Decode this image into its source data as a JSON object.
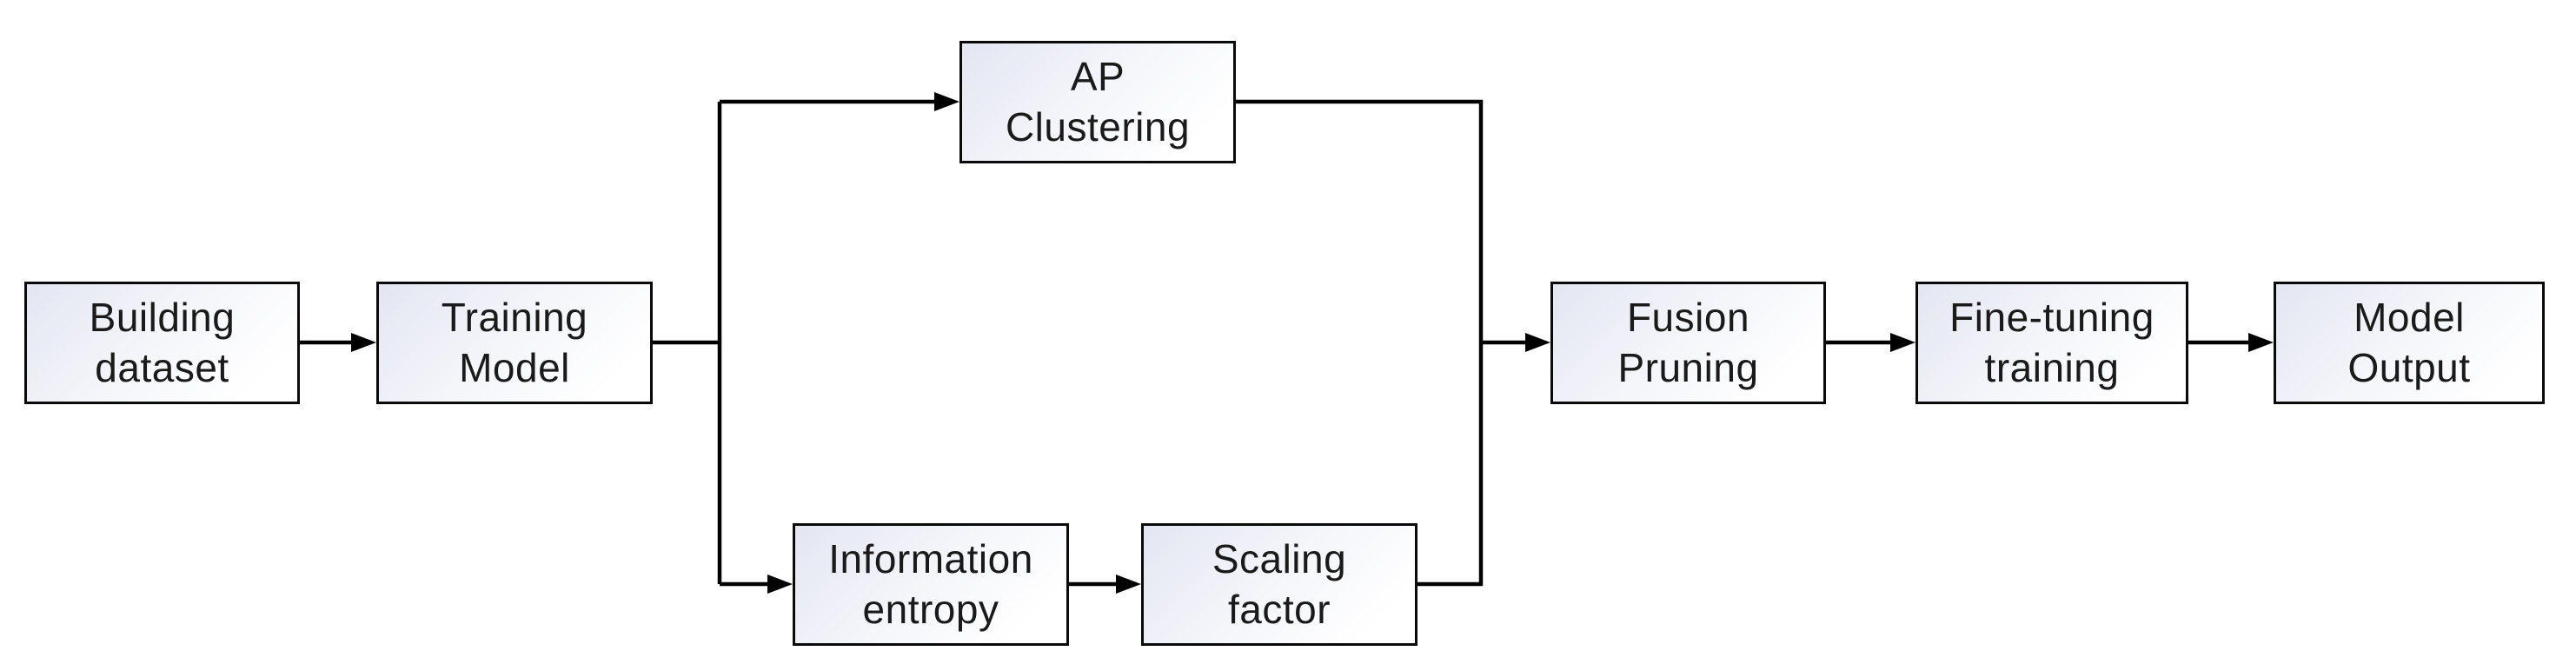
{
  "diagram": {
    "type": "flowchart",
    "colors": {
      "background": "#ffffff",
      "line": "#000000",
      "box_border": "#0a0a0a",
      "box_fill_start": "#e3e6f2",
      "box_fill_mid": "#f4f5fa",
      "box_fill_end": "#ffffff",
      "text": "#1a1a1a"
    },
    "nodes": [
      {
        "id": "building-dataset",
        "label": "Building\ndataset"
      },
      {
        "id": "training-model",
        "label": "Training\nModel"
      },
      {
        "id": "ap-clustering",
        "label": "AP\nClustering"
      },
      {
        "id": "information-entropy",
        "label": "Information\nentropy"
      },
      {
        "id": "scaling-factor",
        "label": "Scaling\nfactor"
      },
      {
        "id": "fusion-pruning",
        "label": "Fusion\nPruning"
      },
      {
        "id": "fine-tuning-training",
        "label": "Fine-tuning\ntraining"
      },
      {
        "id": "model-output",
        "label": "Model\nOutput"
      }
    ],
    "edges": [
      {
        "from": "building-dataset",
        "to": "training-model",
        "arrow": true
      },
      {
        "from": "training-model",
        "to": "ap-clustering",
        "arrow": true
      },
      {
        "from": "training-model",
        "to": "information-entropy",
        "arrow": true
      },
      {
        "from": "information-entropy",
        "to": "scaling-factor",
        "arrow": true
      },
      {
        "from": "ap-clustering",
        "to": "fusion-pruning",
        "arrow": true
      },
      {
        "from": "scaling-factor",
        "to": "fusion-pruning",
        "arrow": true
      },
      {
        "from": "fusion-pruning",
        "to": "fine-tuning-training",
        "arrow": true
      },
      {
        "from": "fine-tuning-training",
        "to": "model-output",
        "arrow": true
      }
    ]
  }
}
